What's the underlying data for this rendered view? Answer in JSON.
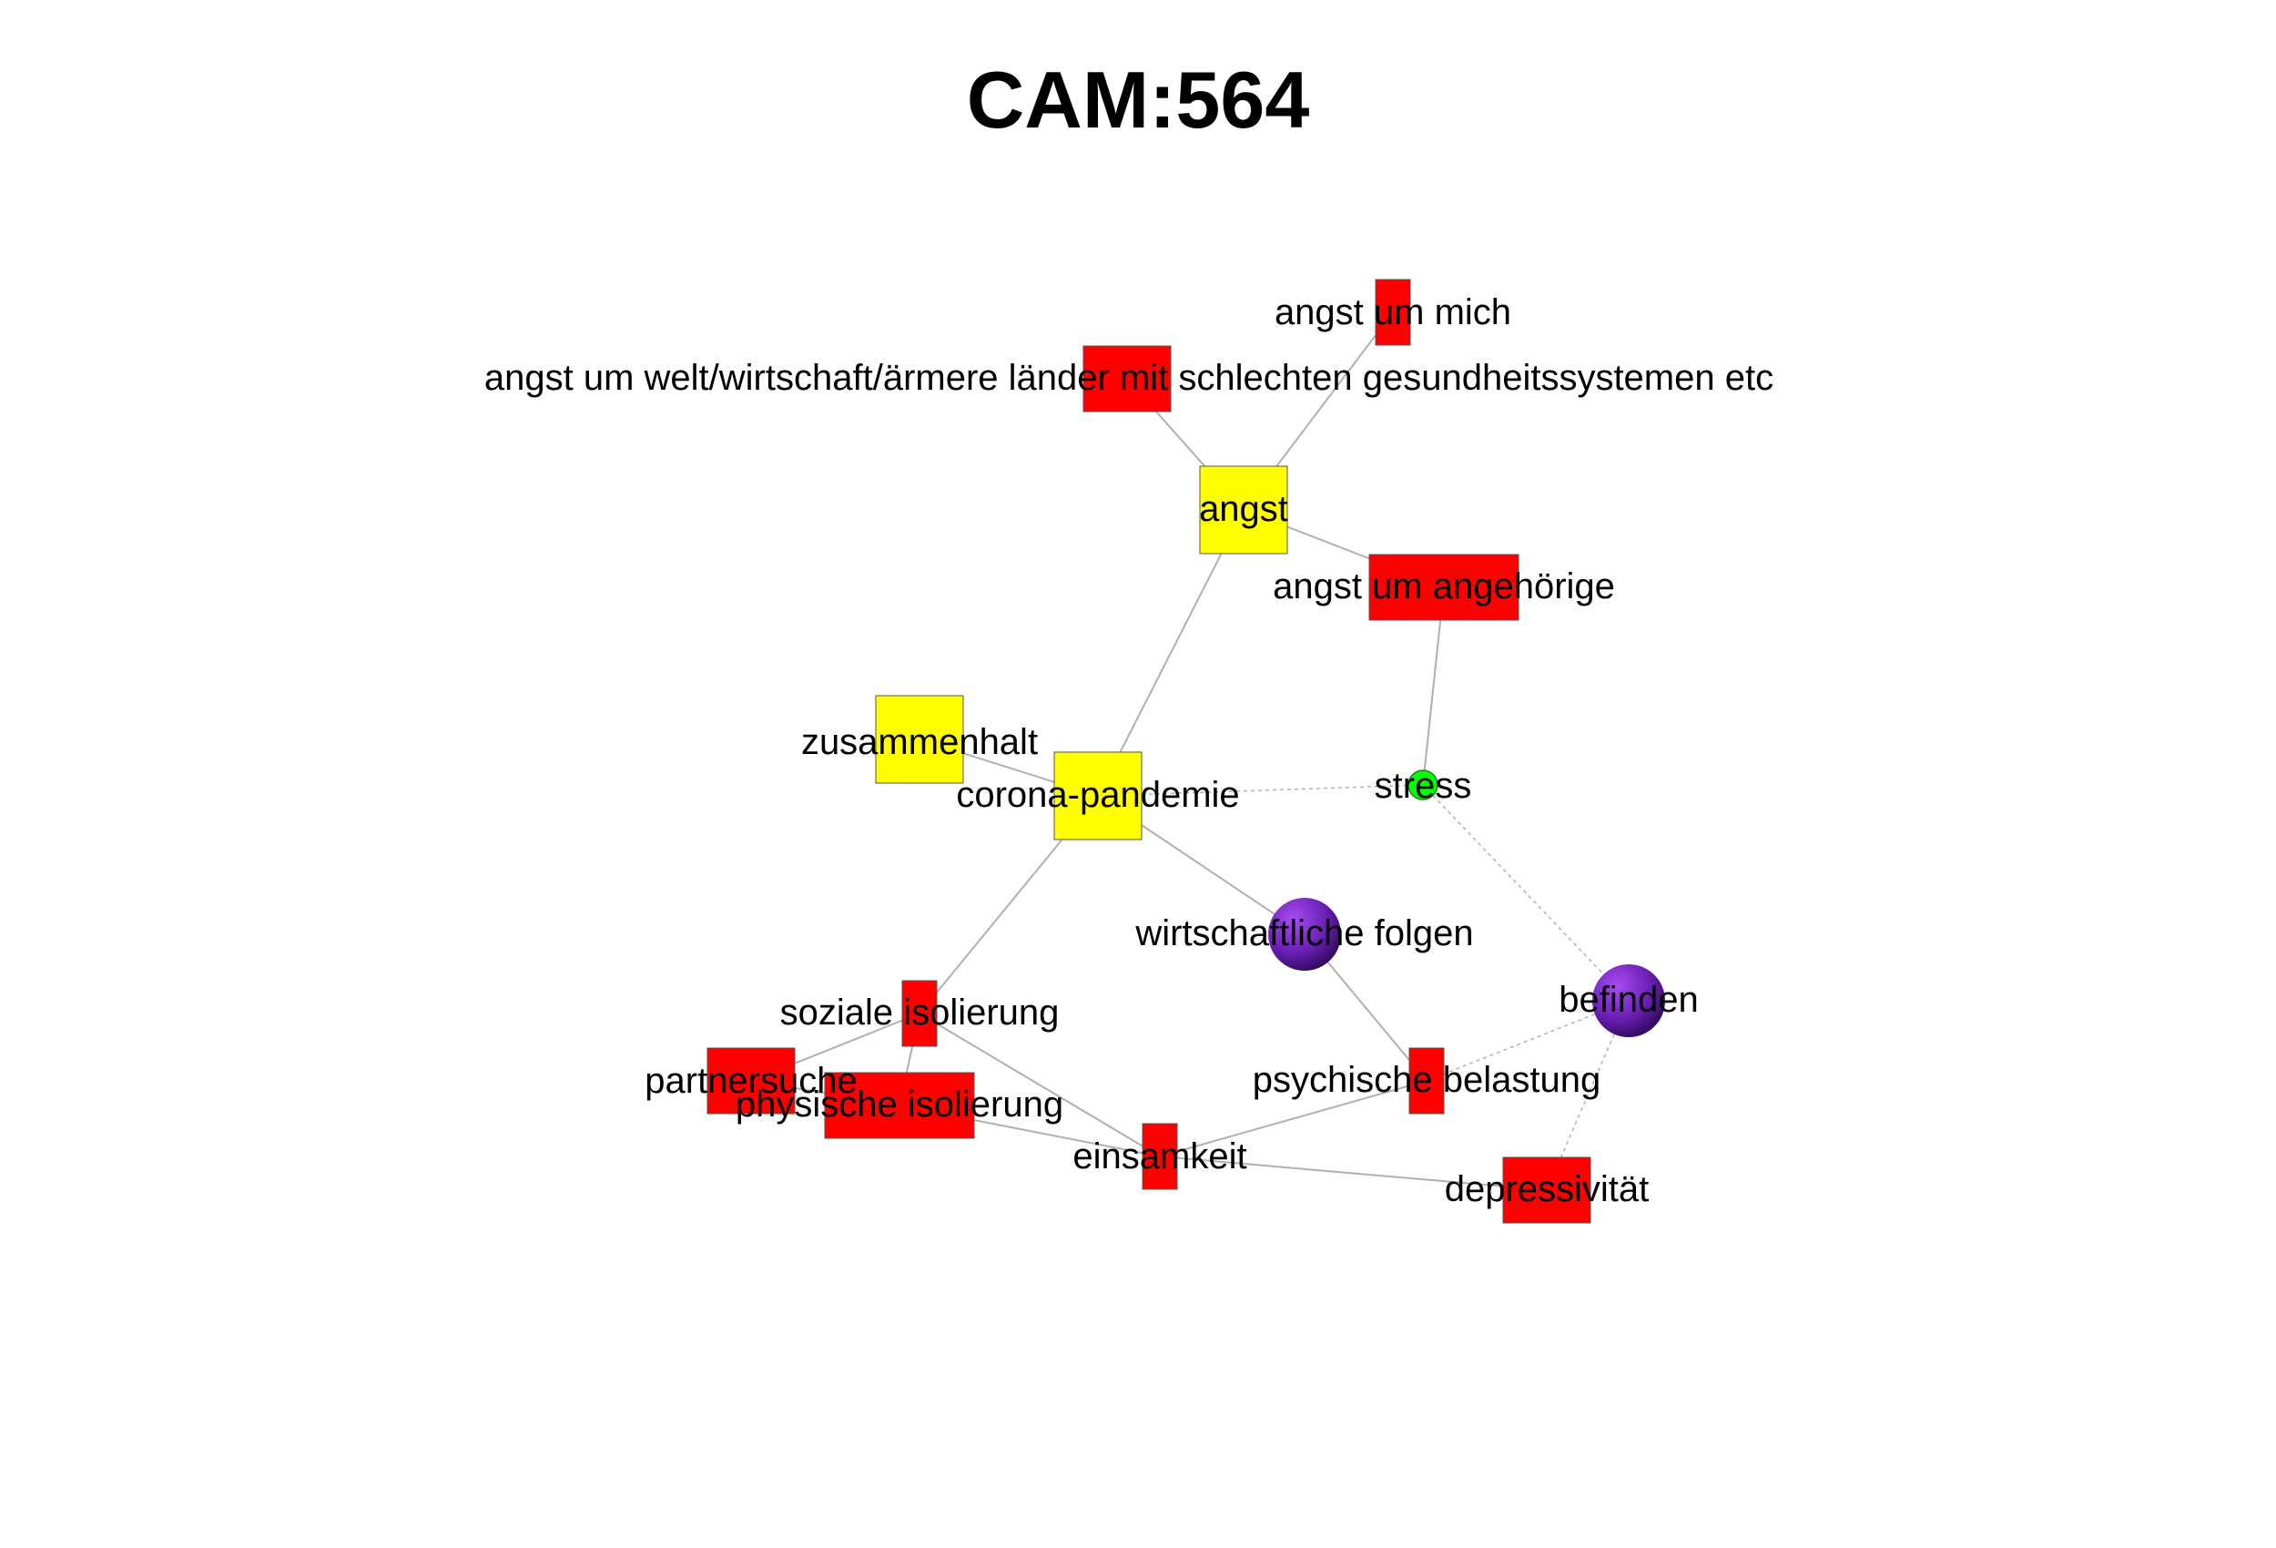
{
  "title": "CAM:564",
  "colors": {
    "negative": "#ff0000",
    "neutral": "#ffff00",
    "positive": "#00ff00",
    "ambivalent": "#7a2ad4",
    "edge": "#b0b0b0",
    "node_border": "#555555"
  },
  "nodes": [
    {
      "id": "angst_um_mich",
      "label": "angst um mich",
      "type": "negative"
    },
    {
      "id": "angst_welt",
      "label": "angst um welt/wirtschaft/ärmere länder mit schlechten gesundheitssystemen etc",
      "type": "negative"
    },
    {
      "id": "angst",
      "label": "angst",
      "type": "neutral"
    },
    {
      "id": "angst_angehoerige",
      "label": "angst um angehörige",
      "type": "negative"
    },
    {
      "id": "zusammenhalt",
      "label": "zusammenhalt",
      "type": "neutral"
    },
    {
      "id": "corona",
      "label": "corona-pandemie",
      "type": "neutral"
    },
    {
      "id": "stress",
      "label": "stress",
      "type": "positive"
    },
    {
      "id": "wirtschaft",
      "label": "wirtschaftliche folgen",
      "type": "ambivalent"
    },
    {
      "id": "befinden",
      "label": "befinden",
      "type": "ambivalent"
    },
    {
      "id": "soziale",
      "label": "soziale isolierung",
      "type": "negative"
    },
    {
      "id": "partnersuche",
      "label": "partnersuche",
      "type": "negative"
    },
    {
      "id": "physische",
      "label": "physische isolierung",
      "type": "negative"
    },
    {
      "id": "psychische",
      "label": "psychische belastung",
      "type": "negative"
    },
    {
      "id": "einsamkeit",
      "label": "einsamkeit",
      "type": "negative"
    },
    {
      "id": "depressivitaet",
      "label": "depressivität",
      "type": "negative"
    }
  ],
  "edges": [
    {
      "from": "angst_um_mich",
      "to": "angst",
      "style": "solid"
    },
    {
      "from": "angst_welt",
      "to": "angst",
      "style": "solid"
    },
    {
      "from": "angst",
      "to": "angst_angehoerige",
      "style": "solid"
    },
    {
      "from": "angst",
      "to": "corona",
      "style": "solid"
    },
    {
      "from": "angst_angehoerige",
      "to": "stress",
      "style": "solid"
    },
    {
      "from": "zusammenhalt",
      "to": "corona",
      "style": "solid"
    },
    {
      "from": "corona",
      "to": "stress",
      "style": "dashed"
    },
    {
      "from": "corona",
      "to": "wirtschaft",
      "style": "solid"
    },
    {
      "from": "corona",
      "to": "soziale",
      "style": "solid"
    },
    {
      "from": "stress",
      "to": "befinden",
      "style": "dashed"
    },
    {
      "from": "wirtschaft",
      "to": "psychische",
      "style": "solid"
    },
    {
      "from": "befinden",
      "to": "psychische",
      "style": "dashed"
    },
    {
      "from": "befinden",
      "to": "depressivitaet",
      "style": "dashed"
    },
    {
      "from": "soziale",
      "to": "partnersuche",
      "style": "solid"
    },
    {
      "from": "soziale",
      "to": "physische",
      "style": "solid"
    },
    {
      "from": "soziale",
      "to": "einsamkeit",
      "style": "solid"
    },
    {
      "from": "partnersuche",
      "to": "physische",
      "style": "solid"
    },
    {
      "from": "physische",
      "to": "einsamkeit",
      "style": "solid"
    },
    {
      "from": "psychische",
      "to": "einsamkeit",
      "style": "solid"
    },
    {
      "from": "einsamkeit",
      "to": "depressivitaet",
      "style": "solid"
    }
  ]
}
